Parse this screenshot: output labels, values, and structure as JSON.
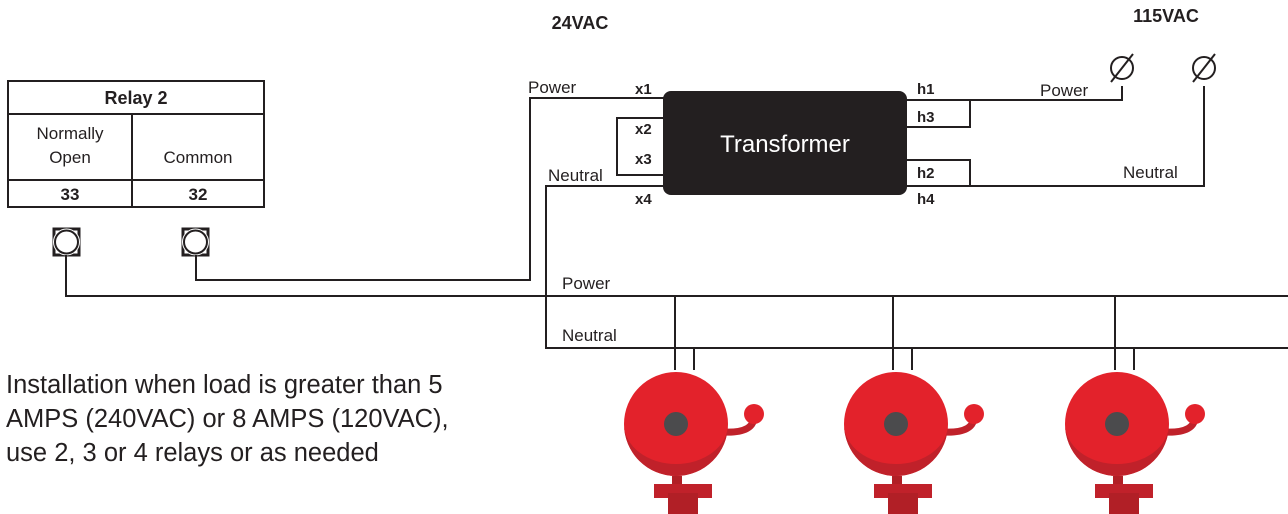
{
  "labels": {
    "supply_low": "24VAC",
    "supply_high": "115VAC",
    "transformer": "Transformer",
    "x1": "x1",
    "x2": "x2",
    "x3": "x3",
    "x4": "x4",
    "h1": "h1",
    "h2": "h2",
    "h3": "h3",
    "h4": "h4",
    "power_secondary": "Power",
    "neutral_secondary": "Neutral",
    "power_primary": "Power",
    "neutral_primary": "Neutral",
    "power_bus": "Power",
    "neutral_bus": "Neutral"
  },
  "relay": {
    "title": "Relay 2",
    "col_left_line1": "Normally",
    "col_left_line2": "Open",
    "col_right": "Common",
    "terminal_left": "33",
    "terminal_right": "32"
  },
  "note": "Installation when load is greater than 5 AMPS (240VAC) or 8 AMPS (120VAC), use 2, 3 or 4 relays or as needed",
  "colors": {
    "bell_red": "#e3222b",
    "bell_dark_red": "#a51c22",
    "transformer_fill": "#231f20",
    "line": "#231f20"
  },
  "icons": [
    "terminal-icon",
    "fuse-terminal-icon",
    "alarm-bell-icon"
  ]
}
